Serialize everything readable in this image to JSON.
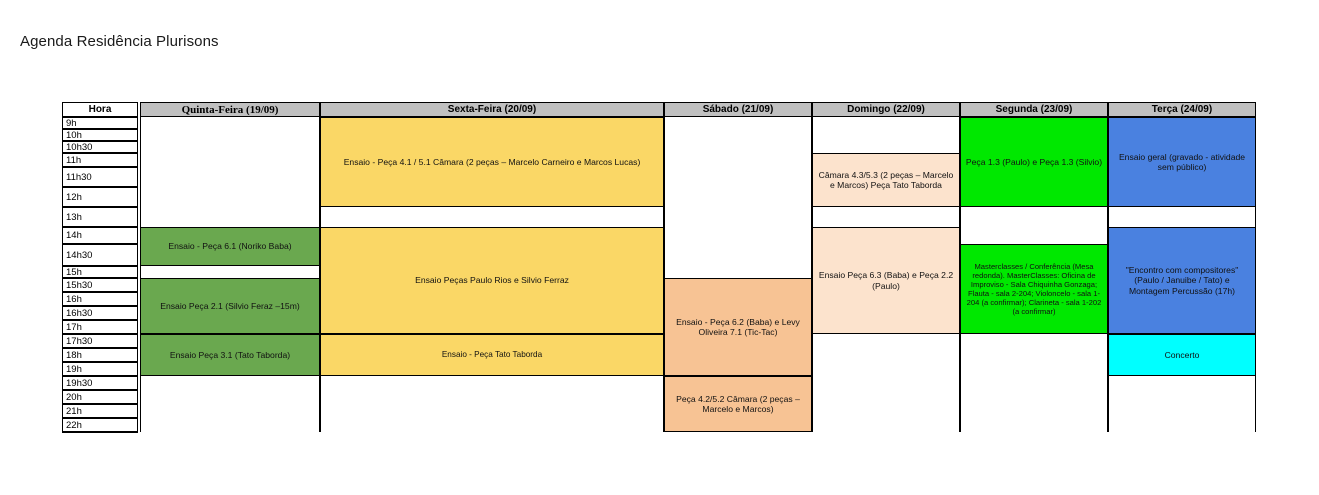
{
  "page": {
    "title": "Agenda Residência Plurisons"
  },
  "table": {
    "hour_header": "Hora",
    "day_headers": [
      {
        "label": "Quinta-Feira (19/09)",
        "font": "serif"
      },
      {
        "label": "Sexta-Feira (20/09)",
        "font": "sans"
      },
      {
        "label": "Sábado (21/09)",
        "font": "sans"
      },
      {
        "label": "Domingo (22/09)",
        "font": "sans"
      },
      {
        "label": "Segunda (23/09)",
        "font": "sans"
      },
      {
        "label": "Terça (24/09)",
        "font": "sans"
      }
    ],
    "hours": [
      "9h",
      "10h",
      "10h30",
      "11h",
      "11h30",
      "12h",
      "13h",
      "14h",
      "14h30",
      "15h",
      "15h30",
      "16h",
      "16h30",
      "17h",
      "17h30",
      "18h",
      "19h",
      "19h30",
      "20h",
      "21h",
      "22h"
    ],
    "colors": {
      "header_bg": "#c0c0c0",
      "green_dark": "#6aa84f",
      "yellow": "#fad766",
      "peach_dark": "#f7c394",
      "peach_light": "#fce3cd",
      "green_bright": "#00e800",
      "blue": "#4a81e0",
      "cyan": "#00ffff",
      "border": "#000000",
      "white": "#ffffff"
    },
    "events": [
      {
        "day": "Quinta-Feira (19/09)",
        "text": "Ensaio - Peça 6.1 (Noriko Baba)",
        "start": "14h",
        "end": "15h",
        "color": "#6aa84f"
      },
      {
        "day": "Quinta-Feira (19/09)",
        "text": "Ensaio Peça 2.1 (Silvio Feraz –15m)",
        "start": "15h30",
        "end": "17h30",
        "color": "#6aa84f"
      },
      {
        "day": "Quinta-Feira (19/09)",
        "text": "Ensaio Peça 3.1 (Tato Taborda)",
        "start": "17h30",
        "end": "19h30",
        "color": "#6aa84f"
      },
      {
        "day": "Sexta-Feira (20/09)",
        "text": "Ensaio - Peça 4.1 / 5.1 Câmara (2 peças – Marcelo Carneiro e Marcos Lucas)",
        "start": "9h",
        "end": "13h",
        "color": "#fad766"
      },
      {
        "day": "Sexta-Feira (20/09)",
        "text": "Ensaio Peças Paulo Rios e Silvio Ferraz",
        "start": "14h",
        "end": "17h30",
        "color": "#fad766"
      },
      {
        "day": "Sexta-Feira (20/09)",
        "text": "Ensaio - Peça Tato Taborda",
        "start": "17h30",
        "end": "19h30",
        "color": "#fad766",
        "style": "narrow"
      },
      {
        "day": "Sábado (21/09)",
        "text": "Ensaio - Peça 6.2 (Baba) e Levy Oliveira 7.1 (Tic-Tac)",
        "start": "15h30",
        "end": "19h30",
        "color": "#f7c394"
      },
      {
        "day": "Sábado (21/09)",
        "text": "Peça 4.2/5.2 Câmara (2 peças – Marcelo e Marcos)",
        "start": "19h30",
        "end": "22h",
        "color": "#f7c394"
      },
      {
        "day": "Domingo (22/09)",
        "text": "Câmara 4.3/5.3 (2 peças – Marcelo e Marcos) Peça Tato Taborda",
        "start": "11h",
        "end": "13h",
        "color": "#fce3cd"
      },
      {
        "day": "Domingo (22/09)",
        "text": "Ensaio Peça 6.3 (Baba) e Peça 2.2 (Paulo)",
        "start": "14h",
        "end": "17h30",
        "color": "#fce3cd"
      },
      {
        "day": "Segunda (23/09)",
        "text": "Peça 1.3 (Paulo) e Peça 1.3 (Silvio)",
        "start": "9h",
        "end": "13h",
        "color": "#00e800"
      },
      {
        "day": "Segunda (23/09)",
        "text": "Masterclasses / Conferência (Mesa redonda). MasterClasses: Oficina de Improviso - Sala Chiquinha Gonzaga; Flauta - sala 2-204; Violoncelo - sala 1-204 (a confirmar); Clarineta - sala 1-202 (a confirmar)",
        "start": "14h30",
        "end": "17h30",
        "color": "#00e800",
        "style": "tiny"
      },
      {
        "day": "Terça (24/09)",
        "text": "Ensaio geral (gravado - atividade sem público)",
        "start": "9h",
        "end": "13h",
        "color": "#4a81e0"
      },
      {
        "day": "Terça (24/09)",
        "text": "\"Encontro com compositores\" (Paulo / Januibe / Tato) e Montagem Percussão (17h)",
        "start": "14h",
        "end": "17h30",
        "color": "#4a81e0"
      },
      {
        "day": "Terça (24/09)",
        "text": "Concerto",
        "start": "17h30",
        "end": "19h30",
        "color": "#00ffff"
      }
    ]
  }
}
